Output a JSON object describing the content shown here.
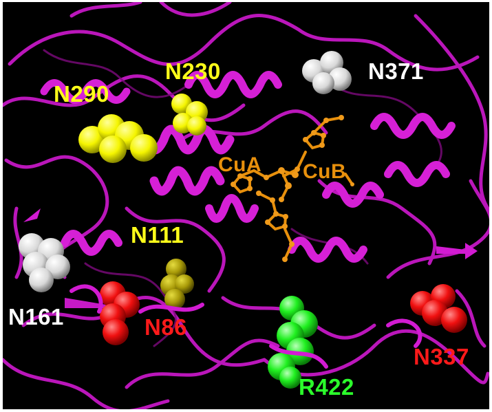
{
  "colors": {
    "background": "#000000",
    "ribbon": "#d21bd2",
    "ribbon_dark": "#8a0a8a",
    "copper_ligand": "#e8900c",
    "white_residue": "#f2f2f2",
    "yellow_residue": "#ffff1a",
    "olive_residue": "#b3a60a",
    "red_residue": "#ff1a1a",
    "green_residue": "#2bff2b"
  },
  "labels": {
    "N290": "N290",
    "N230": "N230",
    "N371": "N371",
    "CuA": "CuA",
    "CuB": "CuB",
    "N111": "N111",
    "N161": "N161",
    "N86": "N86",
    "N337": "N337",
    "R422": "R422"
  }
}
